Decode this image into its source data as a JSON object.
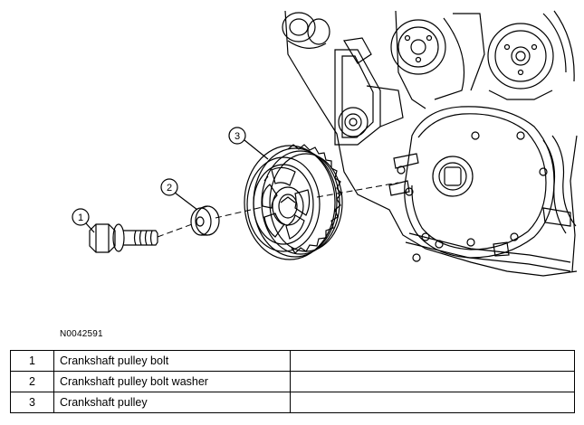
{
  "figure_id": "N0042591",
  "callouts": [
    "1",
    "2",
    "3"
  ],
  "legend": [
    {
      "num": "1",
      "desc": "Crankshaft pulley bolt"
    },
    {
      "num": "2",
      "desc": "Crankshaft pulley bolt washer"
    },
    {
      "num": "3",
      "desc": "Crankshaft pulley"
    }
  ]
}
